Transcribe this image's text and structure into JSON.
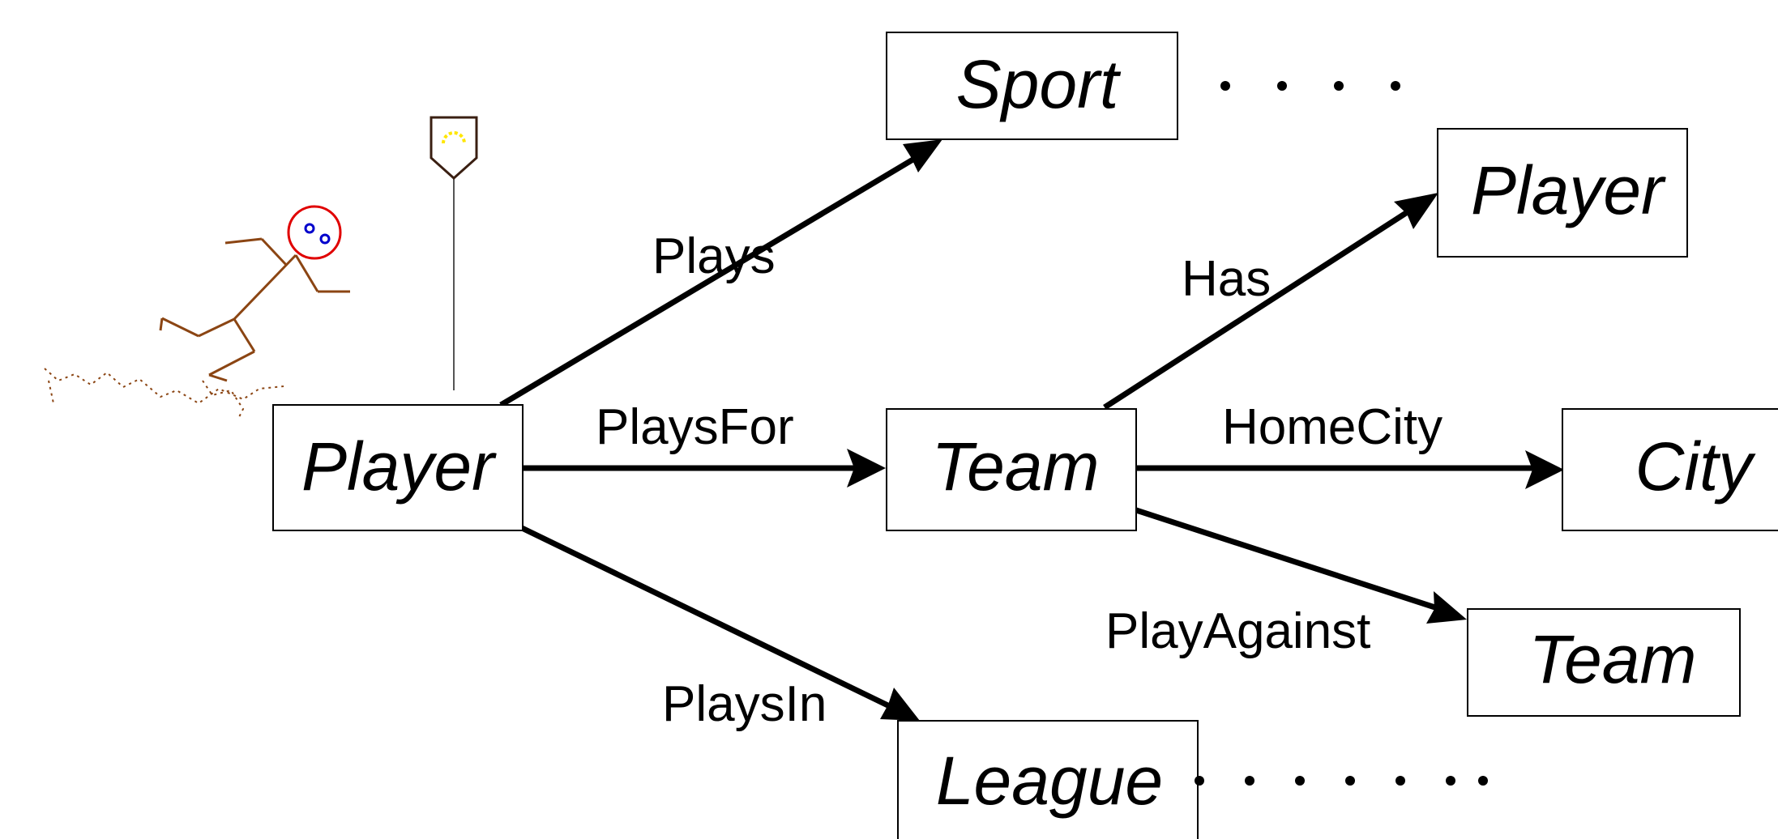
{
  "diagram": {
    "nodes": [
      {
        "id": "player_main",
        "label": "Player"
      },
      {
        "id": "sport",
        "label": "Sport"
      },
      {
        "id": "team_main",
        "label": "Team"
      },
      {
        "id": "league",
        "label": "League"
      },
      {
        "id": "player_right",
        "label": "Player"
      },
      {
        "id": "city",
        "label": "City"
      },
      {
        "id": "team_right",
        "label": "Team"
      }
    ],
    "edges": [
      {
        "id": "plays",
        "label": "Plays",
        "from": "player_main",
        "to": "sport"
      },
      {
        "id": "playsfor",
        "label": "PlaysFor",
        "from": "player_main",
        "to": "team_main"
      },
      {
        "id": "playsin",
        "label": "PlaysIn",
        "from": "player_main",
        "to": "league"
      },
      {
        "id": "has",
        "label": "Has",
        "from": "team_main",
        "to": "player_right"
      },
      {
        "id": "homecity",
        "label": "HomeCity",
        "from": "team_main",
        "to": "city"
      },
      {
        "id": "playagainst",
        "label": "PlayAgainst",
        "from": "team_main",
        "to": "team_right"
      }
    ],
    "colors": {
      "stroke": "#000000",
      "figure": "#8B4513",
      "head": "#E00000",
      "eyes": "#0000CC",
      "flag_symbol": "#FFE600"
    }
  }
}
